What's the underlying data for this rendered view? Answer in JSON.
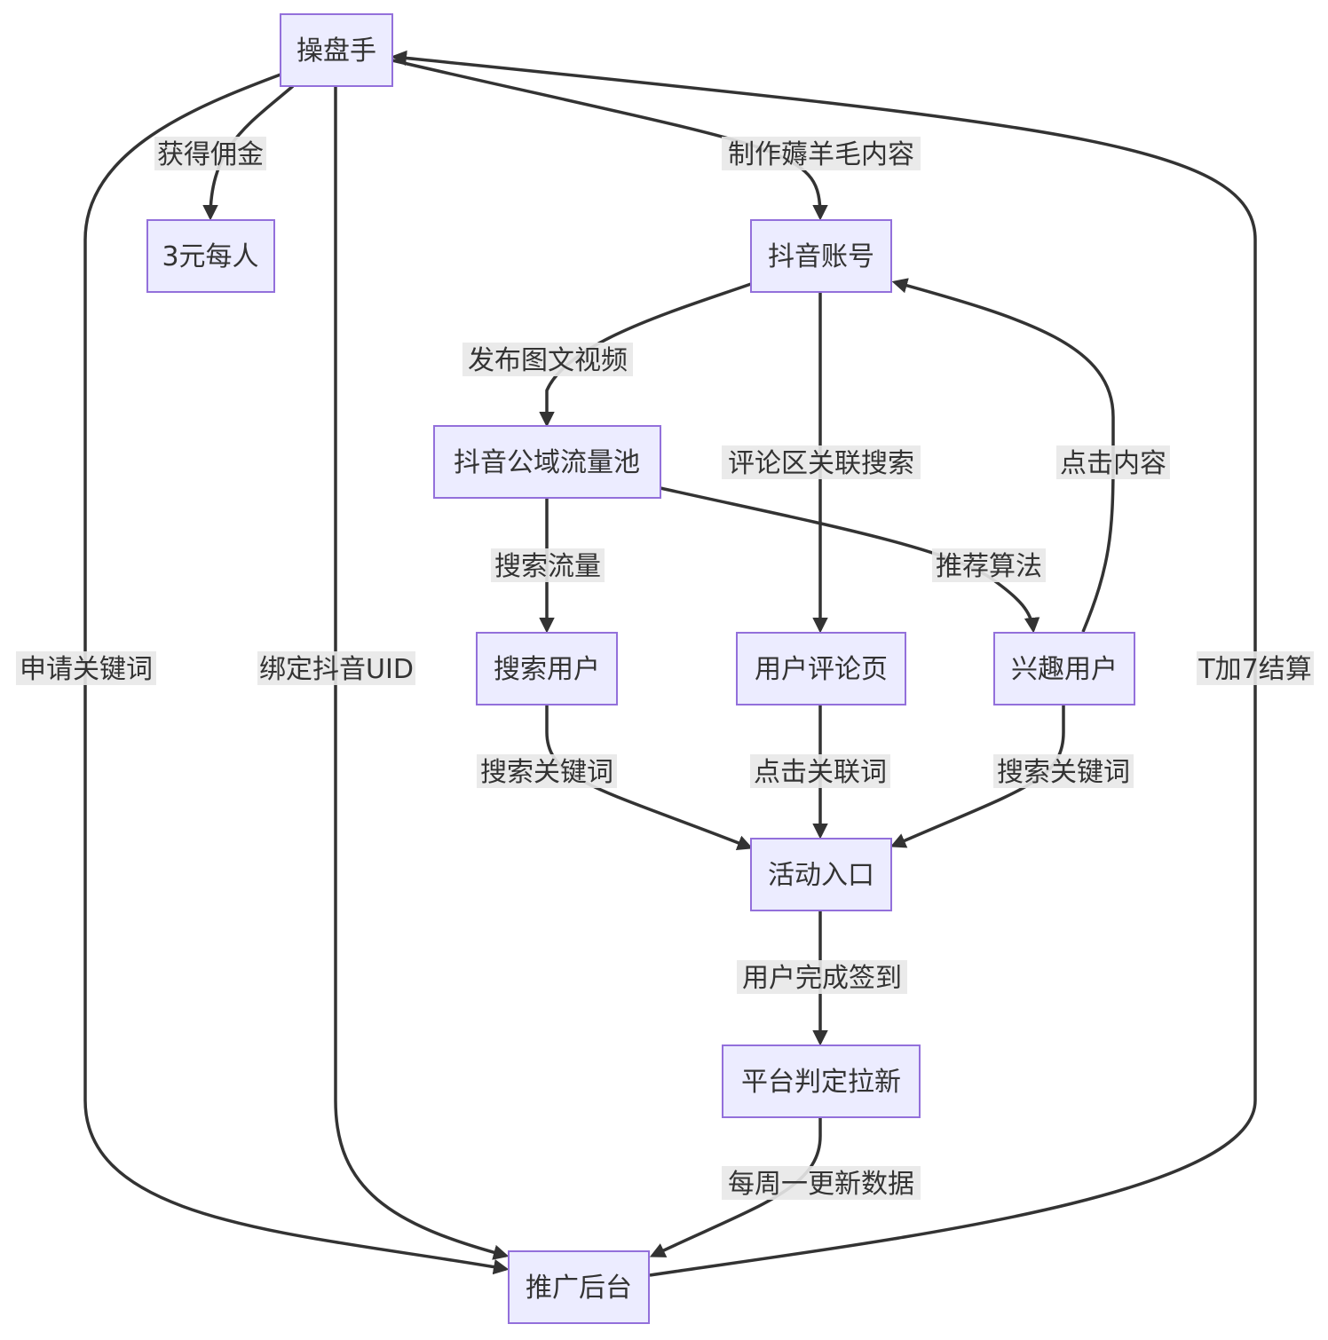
{
  "nodes": {
    "operator": "操盘手",
    "per_person": "3元每人",
    "douyin_account": "抖音账号",
    "public_pool": "抖音公域流量池",
    "search_users": "搜索用户",
    "comment_page": "用户评论页",
    "interest_users": "兴趣用户",
    "activity_entry": "活动入口",
    "platform_judge": "平台判定拉新",
    "promo_backend": "推广后台"
  },
  "edges": {
    "commission": "获得佣金",
    "make_content": "制作薅羊毛内容",
    "publish": "发布图文视频",
    "comment_search": "评论区关联搜索",
    "click_content": "点击内容",
    "search_traffic": "搜索流量",
    "recommend": "推荐算法",
    "search_keyword_1": "搜索关键词",
    "click_related": "点击关联词",
    "search_keyword_2": "搜索关键词",
    "checkin": "用户完成签到",
    "weekly_update": "每周一更新数据",
    "apply_keyword": "申请关键词",
    "bind_uid": "绑定抖音UID",
    "settle": "T加7结算"
  }
}
